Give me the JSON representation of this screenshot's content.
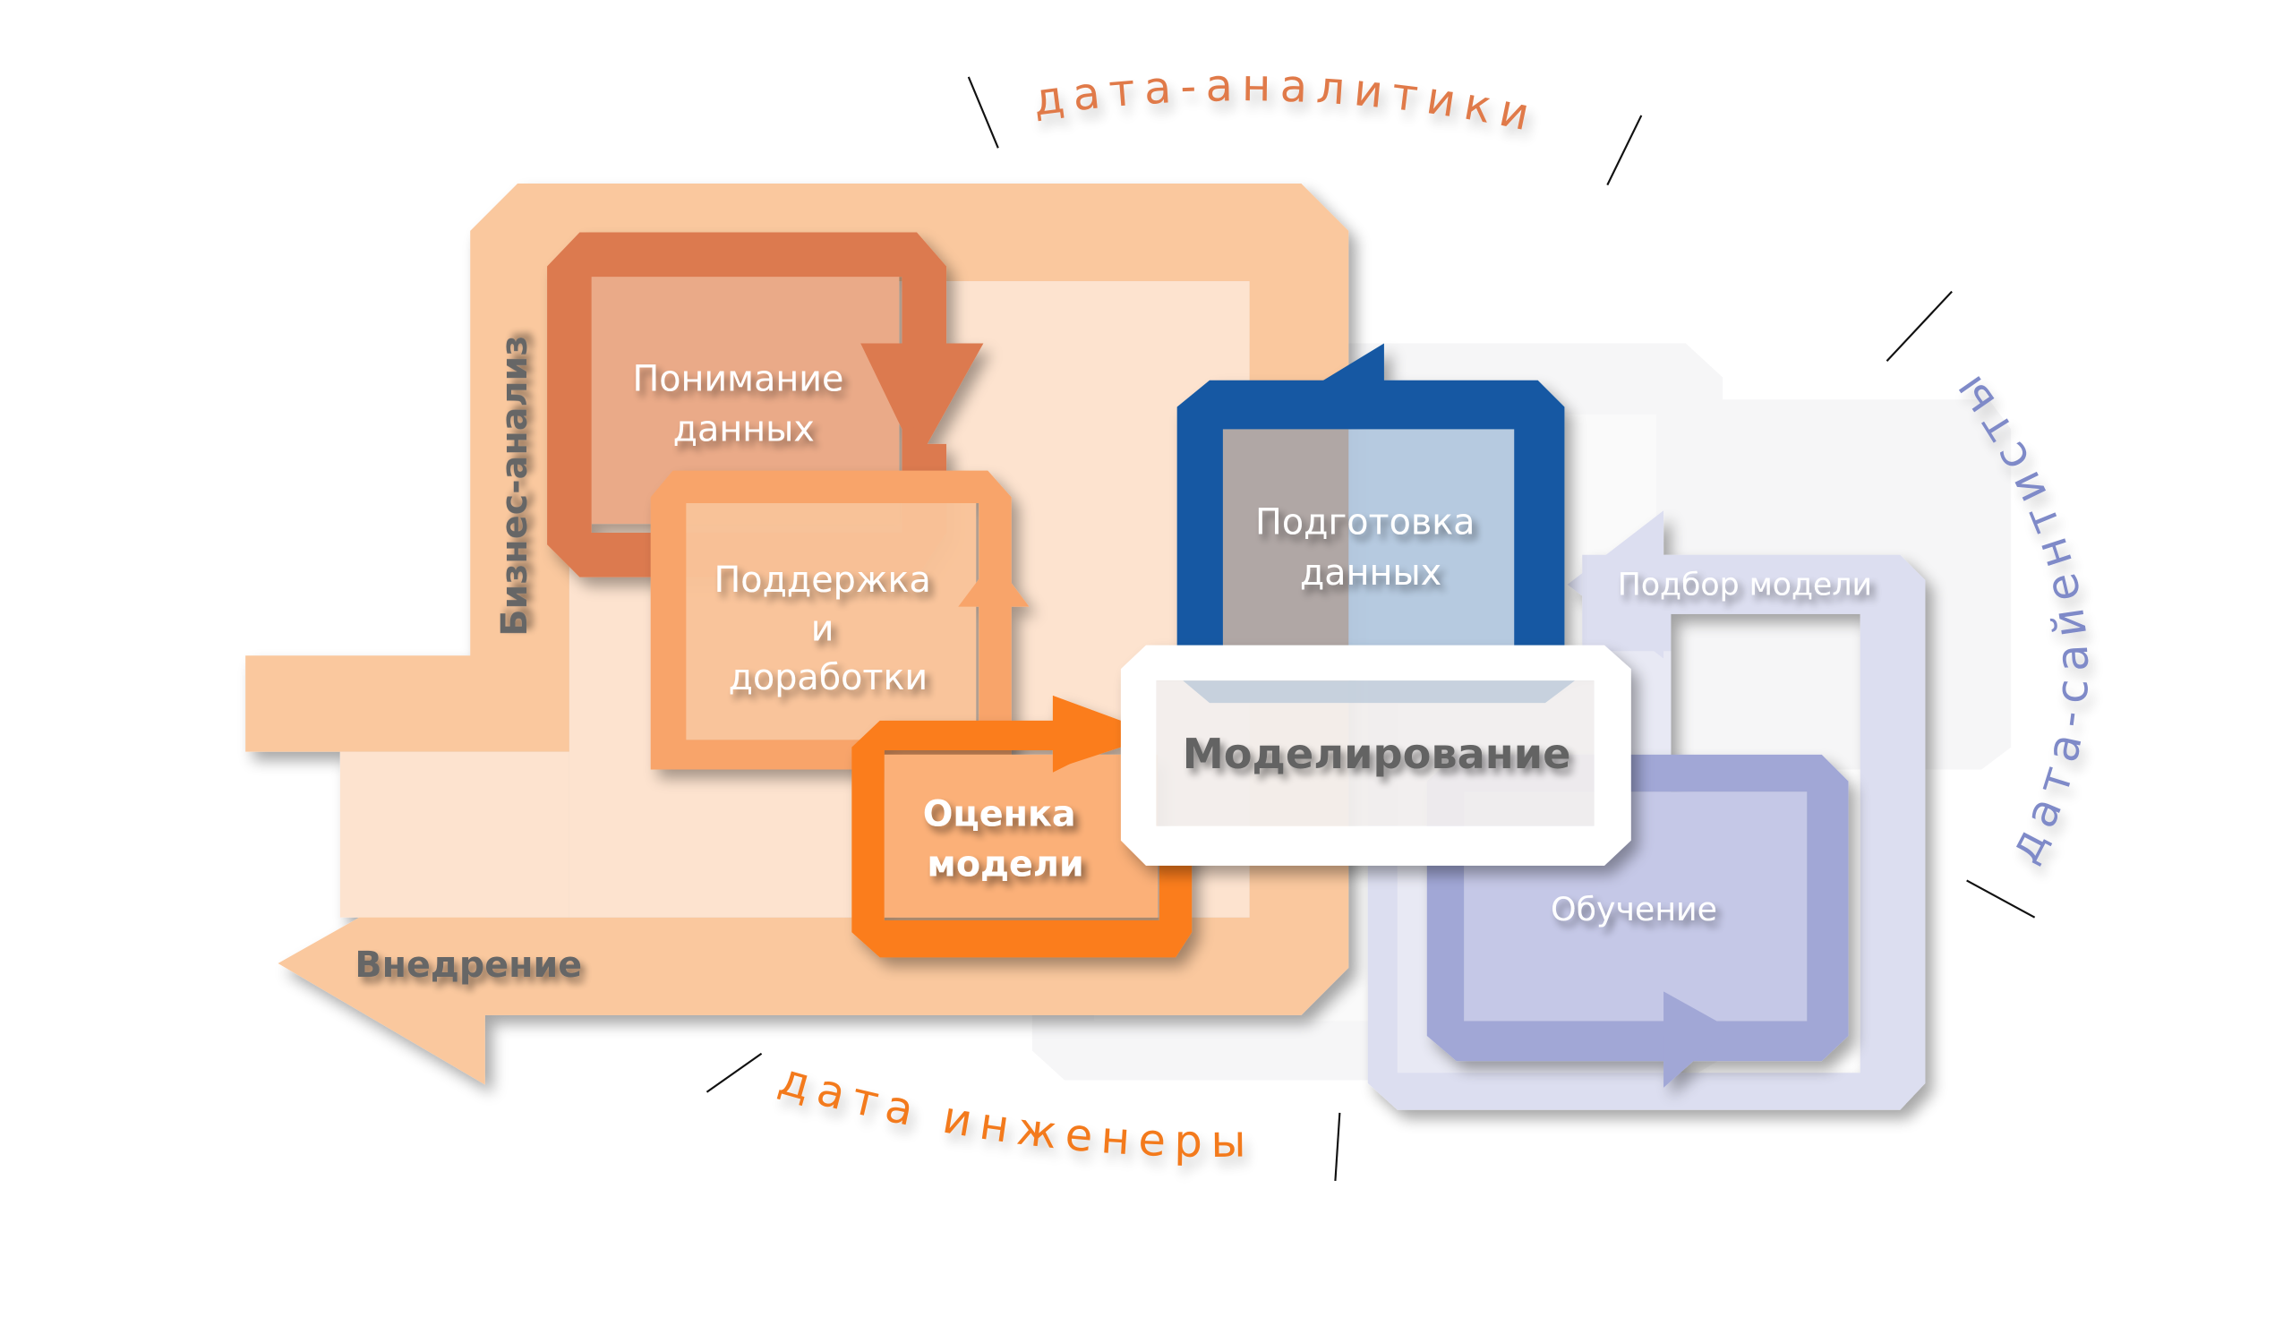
{
  "diagram": {
    "title": "Жизненный цикл ML-проекта и роли",
    "roles": {
      "analysts": {
        "label": "дата-аналитики",
        "color": "#e07a4a"
      },
      "scientists": {
        "label": "дата-сайентисты",
        "color": "#7f8ac8"
      },
      "engineers": {
        "label": "дата инженеры",
        "color": "#f37a1f"
      }
    },
    "stages": {
      "business_analysis": "Бизнес-анализ",
      "data_understanding": [
        "Понимание",
        "данных"
      ],
      "support": [
        "Поддержка",
        "и",
        "доработки"
      ],
      "model_evaluation": [
        "Оценка",
        "модели"
      ],
      "deployment": "Внедрение",
      "data_preparation": [
        "Подготовка",
        "данных"
      ],
      "modeling": "Моделирование",
      "model_selection": "Подбор модели",
      "training": "Обучение"
    },
    "colors": {
      "outer_orange": "#fac89e",
      "outer_orange_inner": "#fde3cf",
      "data_understanding": "#dc7a50",
      "data_understanding_fill": "#eaaa88",
      "support": "#f8a46a",
      "support_fill": "#fbc49a",
      "evaluation": "#fb7d1c",
      "evaluation_fill": "#fbb078",
      "prep_blue": "#1359a3",
      "prep_fill": "#b4c9e0",
      "lavender_outer": "#dcdef0",
      "training": "#a1a7d6",
      "training_fill": "#c5c8e7",
      "ghost": "#f3f3f5",
      "label_dark": "#636363"
    }
  }
}
